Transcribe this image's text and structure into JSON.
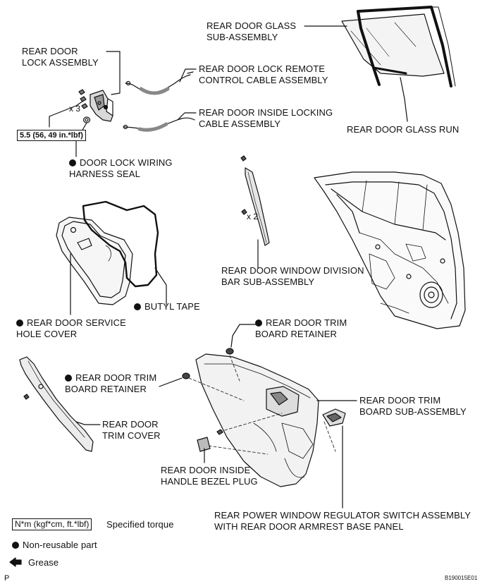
{
  "labels": {
    "rear_door_lock_assembly": "REAR DOOR\nLOCK ASSEMBLY",
    "remote_control_cable": "REAR DOOR LOCK REMOTE\nCONTROL CABLE ASSEMBLY",
    "glass_sub_assembly": "REAR DOOR GLASS\nSUB-ASSEMBLY",
    "inside_locking_cable": "REAR DOOR INSIDE LOCKING\nCABLE ASSEMBLY",
    "glass_run": "REAR DOOR GLASS RUN",
    "wiring_harness_seal": "DOOR LOCK WIRING\nHARNESS SEAL",
    "window_division_bar": "REAR DOOR WINDOW DIVISION\nBAR SUB-ASSEMBLY",
    "butyl_tape": "BUTYL TAPE",
    "service_hole_cover": "REAR DOOR SERVICE\nHOLE COVER",
    "trim_board_retainer_upper": "REAR DOOR TRIM\nBOARD RETAINER",
    "trim_board_retainer_left": "REAR DOOR TRIM\nBOARD RETAINER",
    "trim_board_sub_assembly": "REAR DOOR TRIM\nBOARD SUB-ASSEMBLY",
    "trim_cover": "REAR DOOR\nTRIM COVER",
    "handle_bezel_plug": "REAR DOOR INSIDE\nHANDLE BEZEL PLUG",
    "power_window_switch": "REAR POWER WINDOW REGULATOR SWITCH ASSEMBLY\nWITH REAR DOOR ARMREST BASE PANEL"
  },
  "torque_spec": "5.5 (56, 49 in.*lbf)",
  "multipliers": {
    "lock_screws": "x 3",
    "division_bar_screws": "x 2"
  },
  "legend": {
    "torque_box": "N*m (kgf*cm, ft.*lbf)",
    "torque_text": "Specified torque",
    "non_reusable": "Non-reusable part",
    "grease": "Grease"
  },
  "corner_left": "P",
  "figure_id": "B190015E01",
  "icons": {
    "non_reusable": "filled-circle-icon",
    "grease": "grease-arrow-icon"
  },
  "colors": {
    "ink": "#111111",
    "background": "#ffffff"
  }
}
